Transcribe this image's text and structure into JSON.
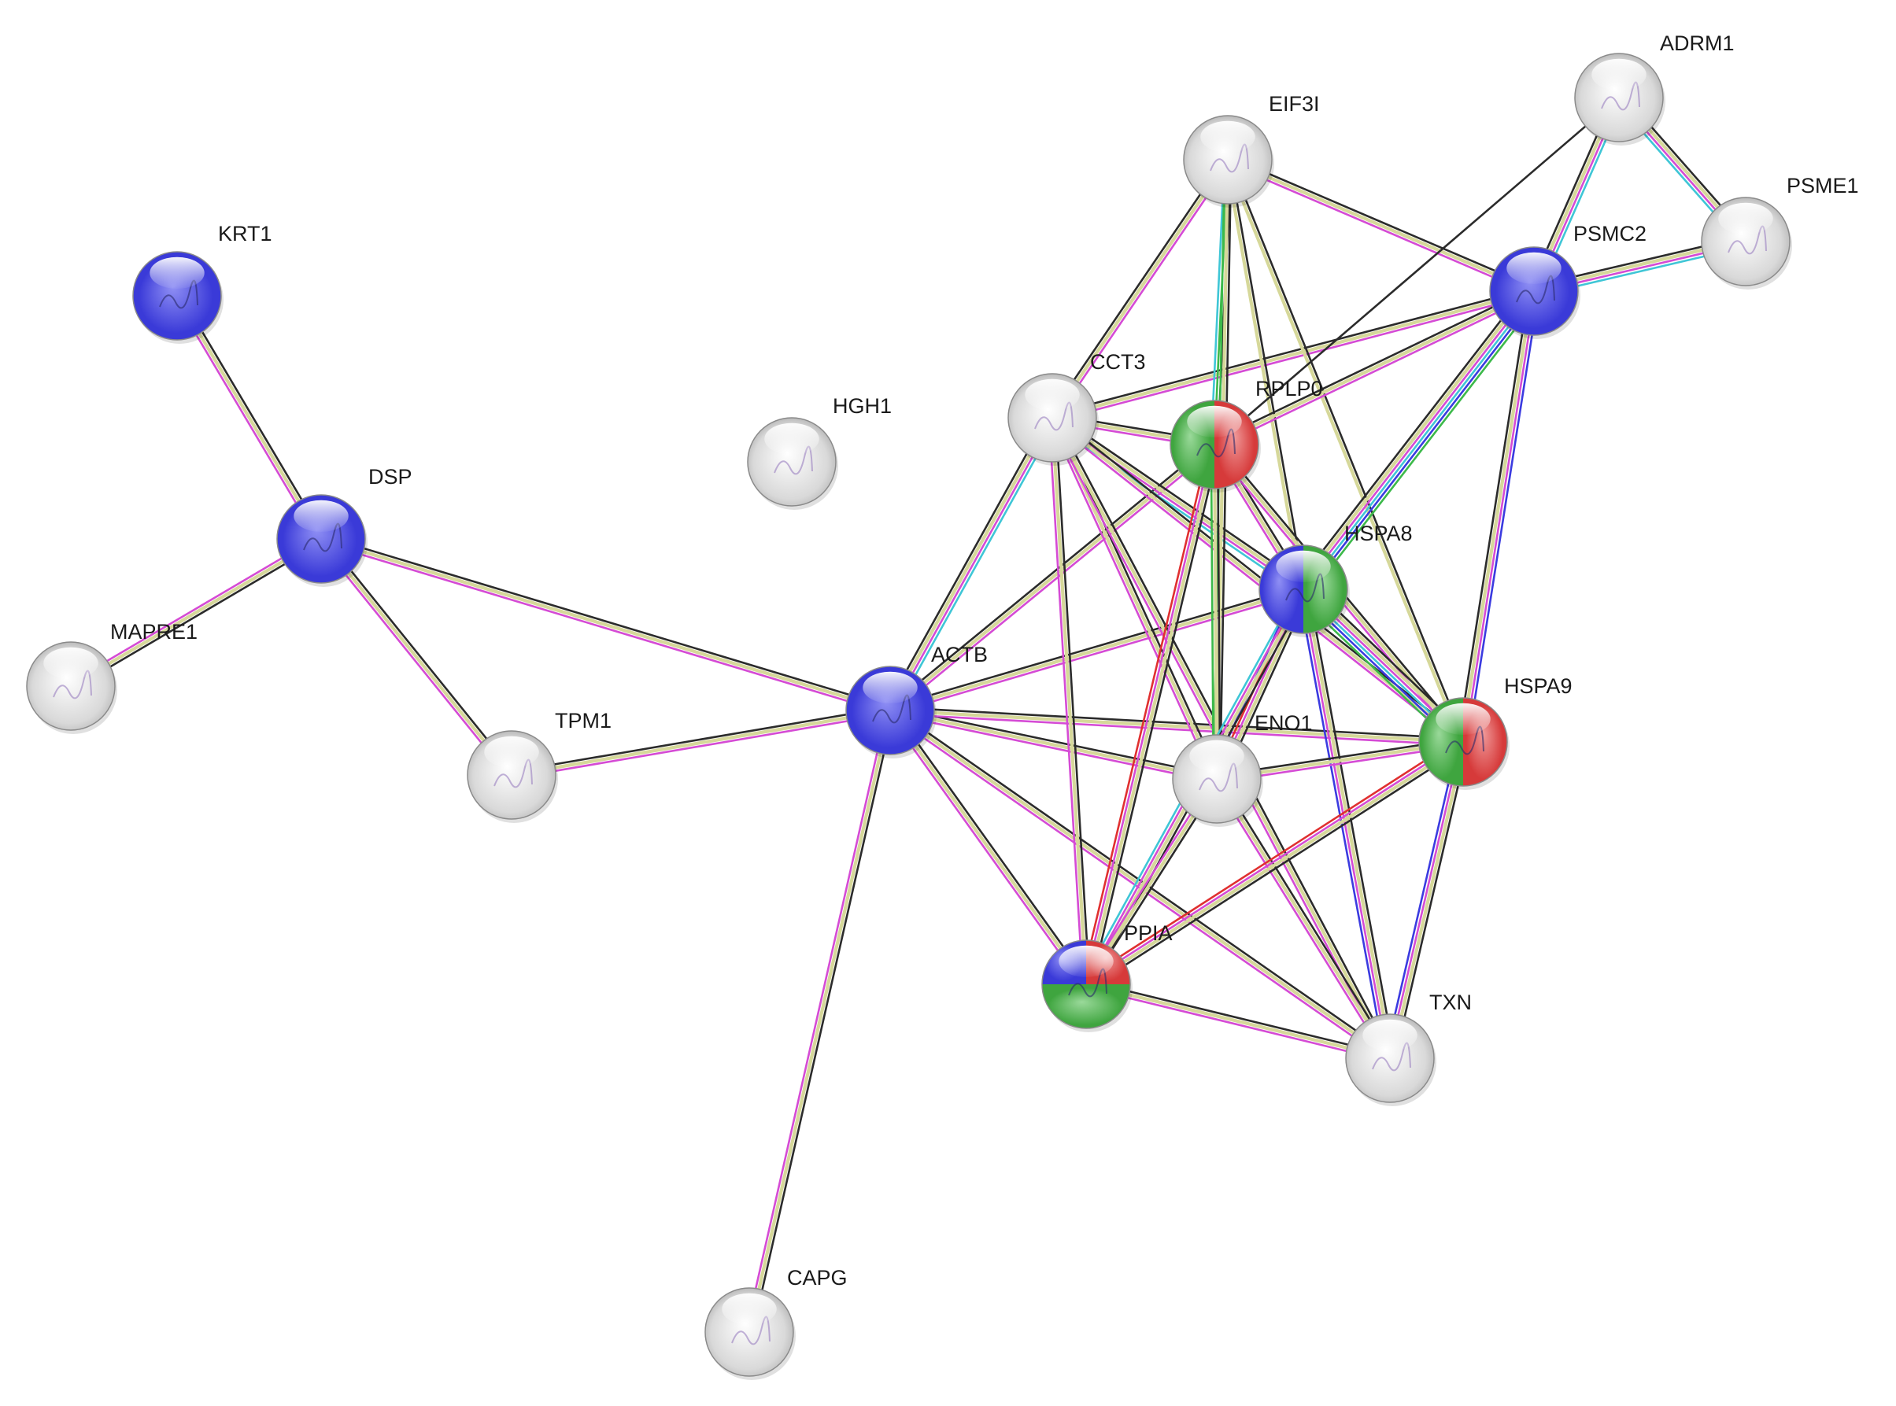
{
  "network": {
    "nodes": [
      {
        "id": "KRT1",
        "label": "KRT1",
        "colors": [
          "blue"
        ]
      },
      {
        "id": "DSP",
        "label": "DSP",
        "colors": [
          "blue"
        ]
      },
      {
        "id": "MAPRE1",
        "label": "MAPRE1",
        "colors": [
          "white"
        ]
      },
      {
        "id": "TPM1",
        "label": "TPM1",
        "colors": [
          "white"
        ]
      },
      {
        "id": "HGH1",
        "label": "HGH1",
        "colors": [
          "white"
        ]
      },
      {
        "id": "ACTB",
        "label": "ACTB",
        "colors": [
          "blue"
        ]
      },
      {
        "id": "CAPG",
        "label": "CAPG",
        "colors": [
          "white"
        ]
      },
      {
        "id": "CCT3",
        "label": "CCT3",
        "colors": [
          "white"
        ]
      },
      {
        "id": "EIF3I",
        "label": "EIF3I",
        "colors": [
          "white"
        ]
      },
      {
        "id": "RPLP0",
        "label": "RPLP0",
        "colors": [
          "green",
          "red"
        ]
      },
      {
        "id": "HSPA8",
        "label": "HSPA8",
        "colors": [
          "blue",
          "green"
        ]
      },
      {
        "id": "ENO1",
        "label": "ENO1",
        "colors": [
          "white"
        ]
      },
      {
        "id": "HSPA9",
        "label": "HSPA9",
        "colors": [
          "green",
          "red"
        ]
      },
      {
        "id": "PPIA",
        "label": "PPIA",
        "colors": [
          "blue",
          "red",
          "green"
        ]
      },
      {
        "id": "TXN",
        "label": "TXN",
        "colors": [
          "white"
        ]
      },
      {
        "id": "PSMC2",
        "label": "PSMC2",
        "colors": [
          "blue"
        ]
      },
      {
        "id": "ADRM1",
        "label": "ADRM1",
        "colors": [
          "white"
        ]
      },
      {
        "id": "PSME1",
        "label": "PSME1",
        "colors": [
          "white"
        ]
      }
    ],
    "edges": [
      {
        "source": "KRT1",
        "target": "DSP",
        "channels": [
          "black",
          "yellow",
          "magenta"
        ]
      },
      {
        "source": "DSP",
        "target": "MAPRE1",
        "channels": [
          "black",
          "yellow",
          "magenta"
        ]
      },
      {
        "source": "DSP",
        "target": "TPM1",
        "channels": [
          "black",
          "yellow",
          "magenta"
        ]
      },
      {
        "source": "DSP",
        "target": "ACTB",
        "channels": [
          "black",
          "yellow",
          "magenta"
        ]
      },
      {
        "source": "TPM1",
        "target": "ACTB",
        "channels": [
          "black",
          "yellow",
          "magenta"
        ]
      },
      {
        "source": "ACTB",
        "target": "CAPG",
        "channels": [
          "black",
          "yellow",
          "magenta"
        ]
      },
      {
        "source": "ACTB",
        "target": "CCT3",
        "channels": [
          "black",
          "yellow",
          "magenta",
          "cyan"
        ]
      },
      {
        "source": "ACTB",
        "target": "RPLP0",
        "channels": [
          "black",
          "yellow",
          "magenta"
        ]
      },
      {
        "source": "ACTB",
        "target": "HSPA8",
        "channels": [
          "black",
          "yellow",
          "magenta"
        ]
      },
      {
        "source": "ACTB",
        "target": "ENO1",
        "channels": [
          "black",
          "yellow",
          "magenta"
        ]
      },
      {
        "source": "ACTB",
        "target": "HSPA9",
        "channels": [
          "black",
          "yellow",
          "magenta"
        ]
      },
      {
        "source": "ACTB",
        "target": "PPIA",
        "channels": [
          "black",
          "yellow",
          "magenta"
        ]
      },
      {
        "source": "ACTB",
        "target": "TXN",
        "channels": [
          "black",
          "yellow",
          "magenta"
        ]
      },
      {
        "source": "CCT3",
        "target": "EIF3I",
        "channels": [
          "black",
          "yellow",
          "magenta"
        ]
      },
      {
        "source": "CCT3",
        "target": "PSMC2",
        "channels": [
          "black",
          "yellow",
          "magenta"
        ]
      },
      {
        "source": "CCT3",
        "target": "RPLP0",
        "channels": [
          "black",
          "yellow",
          "magenta"
        ]
      },
      {
        "source": "CCT3",
        "target": "HSPA8",
        "channels": [
          "black",
          "yellow",
          "magenta",
          "cyan"
        ]
      },
      {
        "source": "CCT3",
        "target": "ENO1",
        "channels": [
          "black",
          "yellow",
          "magenta"
        ]
      },
      {
        "source": "CCT3",
        "target": "HSPA9",
        "channels": [
          "black",
          "yellow",
          "magenta"
        ]
      },
      {
        "source": "CCT3",
        "target": "PPIA",
        "channels": [
          "black",
          "yellow",
          "magenta"
        ]
      },
      {
        "source": "CCT3",
        "target": "TXN",
        "channels": [
          "black",
          "yellow",
          "magenta"
        ]
      },
      {
        "source": "EIF3I",
        "target": "PSMC2",
        "channels": [
          "black",
          "yellow",
          "magenta"
        ]
      },
      {
        "source": "EIF3I",
        "target": "RPLP0",
        "channels": [
          "black",
          "green",
          "cyan"
        ]
      },
      {
        "source": "EIF3I",
        "target": "HSPA8",
        "channels": [
          "black",
          "yellow"
        ]
      },
      {
        "source": "EIF3I",
        "target": "ENO1",
        "channels": [
          "black",
          "yellow",
          "green"
        ]
      },
      {
        "source": "EIF3I",
        "target": "HSPA9",
        "channels": [
          "black",
          "yellow"
        ]
      },
      {
        "source": "RPLP0",
        "target": "ADRM1",
        "channels": [
          "black"
        ]
      },
      {
        "source": "RPLP0",
        "target": "PSMC2",
        "channels": [
          "black",
          "yellow",
          "magenta"
        ]
      },
      {
        "source": "RPLP0",
        "target": "HSPA8",
        "channels": [
          "black",
          "yellow",
          "magenta"
        ]
      },
      {
        "source": "RPLP0",
        "target": "ENO1",
        "channels": [
          "black",
          "yellow",
          "green"
        ]
      },
      {
        "source": "RPLP0",
        "target": "HSPA9",
        "channels": [
          "black",
          "yellow",
          "magenta"
        ]
      },
      {
        "source": "RPLP0",
        "target": "PPIA",
        "channels": [
          "black",
          "yellow",
          "magenta",
          "red"
        ]
      },
      {
        "source": "HSPA8",
        "target": "PSMC2",
        "channels": [
          "black",
          "yellow",
          "magenta",
          "cyan",
          "blue",
          "green"
        ]
      },
      {
        "source": "HSPA8",
        "target": "ENO1",
        "channels": [
          "black",
          "yellow",
          "magenta",
          "red",
          "blue"
        ]
      },
      {
        "source": "HSPA8",
        "target": "HSPA9",
        "channels": [
          "black",
          "yellow",
          "magenta",
          "cyan",
          "blue",
          "green"
        ]
      },
      {
        "source": "HSPA8",
        "target": "PPIA",
        "channels": [
          "black",
          "yellow",
          "magenta",
          "cyan"
        ]
      },
      {
        "source": "HSPA8",
        "target": "TXN",
        "channels": [
          "black",
          "yellow",
          "magenta",
          "blue"
        ]
      },
      {
        "source": "ENO1",
        "target": "HSPA9",
        "channels": [
          "black",
          "yellow",
          "magenta"
        ]
      },
      {
        "source": "ENO1",
        "target": "PPIA",
        "channels": [
          "black",
          "yellow",
          "magenta"
        ]
      },
      {
        "source": "ENO1",
        "target": "TXN",
        "channels": [
          "black",
          "yellow",
          "magenta"
        ]
      },
      {
        "source": "HSPA9",
        "target": "PSMC2",
        "channels": [
          "black",
          "yellow",
          "magenta",
          "blue"
        ]
      },
      {
        "source": "HSPA9",
        "target": "PPIA",
        "channels": [
          "black",
          "yellow",
          "magenta",
          "red"
        ]
      },
      {
        "source": "HSPA9",
        "target": "TXN",
        "channels": [
          "black",
          "yellow",
          "magenta",
          "blue"
        ]
      },
      {
        "source": "PPIA",
        "target": "TXN",
        "channels": [
          "black",
          "yellow",
          "magenta"
        ]
      },
      {
        "source": "PSMC2",
        "target": "ADRM1",
        "channels": [
          "black",
          "yellow",
          "magenta",
          "cyan"
        ]
      },
      {
        "source": "PSMC2",
        "target": "PSME1",
        "channels": [
          "black",
          "yellow",
          "magenta",
          "cyan"
        ]
      },
      {
        "source": "ADRM1",
        "target": "PSME1",
        "channels": [
          "black",
          "yellow",
          "magenta",
          "cyan"
        ]
      }
    ]
  },
  "colors": {
    "edge_black": "#2b2b2b",
    "edge_yellow": "#d6d89a",
    "edge_magenta": "#d54bd5",
    "edge_cyan": "#3fc6d6",
    "edge_green": "#3cb94a",
    "edge_red": "#e03030",
    "edge_blue": "#3b3be0",
    "node_blue": "#3a3ad8",
    "node_green": "#3fa53f",
    "node_red": "#d63a3a",
    "node_white": "#d9d9d9",
    "label_text": "#1a1a1a"
  }
}
